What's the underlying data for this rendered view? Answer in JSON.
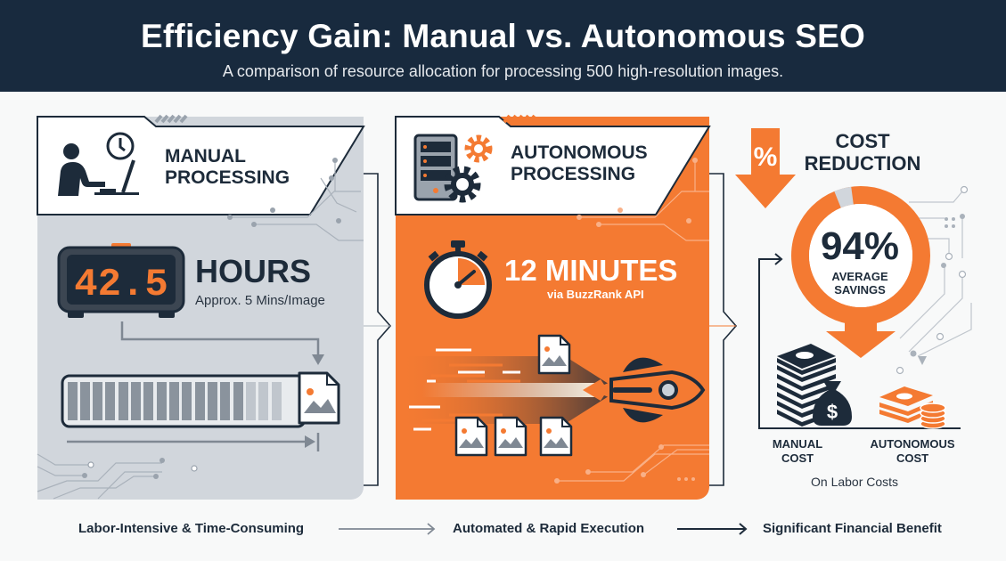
{
  "header": {
    "title": "Efficiency Gain: Manual vs. Autonomous SEO",
    "subtitle": "A comparison of resource allocation for processing 500 high-resolution images."
  },
  "manual": {
    "title_line1": "MANUAL",
    "title_line2": "PROCESSING",
    "clock_display": "42.5",
    "value_label": "HOURS",
    "detail": "Approx. 5 Mins/Image",
    "icons": [
      "person-at-computer-icon",
      "clock-icon",
      "digital-clock-icon",
      "progress-bar",
      "image-file-icon"
    ]
  },
  "autonomous": {
    "title_line1": "AUTONOMOUS",
    "title_line2": "PROCESSING",
    "value_label": "12 MINUTES",
    "detail": "via BuzzRank API",
    "icons": [
      "server-icon",
      "gear-icon",
      "stopwatch-icon",
      "rocket-icon",
      "image-file-icon"
    ]
  },
  "cost": {
    "title_line1": "COST",
    "title_line2": "REDUCTION",
    "percent": "94%",
    "percent_value": 94,
    "avg_line1": "AVERAGE",
    "avg_line2": "SAVINGS",
    "manual_label_line1": "MANUAL",
    "manual_label_line2": "COST",
    "auto_label_line1": "AUTONOMOUS",
    "auto_label_line2": "COST",
    "note": "On Labor Costs",
    "icons": [
      "percent-down-arrow-icon",
      "donut-ring",
      "money-stack-icon",
      "money-bag-icon",
      "coins-icon"
    ]
  },
  "footer": {
    "step1": "Labor-Intensive & Time-Consuming",
    "step2": "Automated & Rapid Execution",
    "step3": "Significant Financial Benefit"
  },
  "colors": {
    "navy": "#182a3e",
    "orange": "#f47a32",
    "gray_panel": "#d1d6dc",
    "dark_text": "#1d2b3a"
  }
}
